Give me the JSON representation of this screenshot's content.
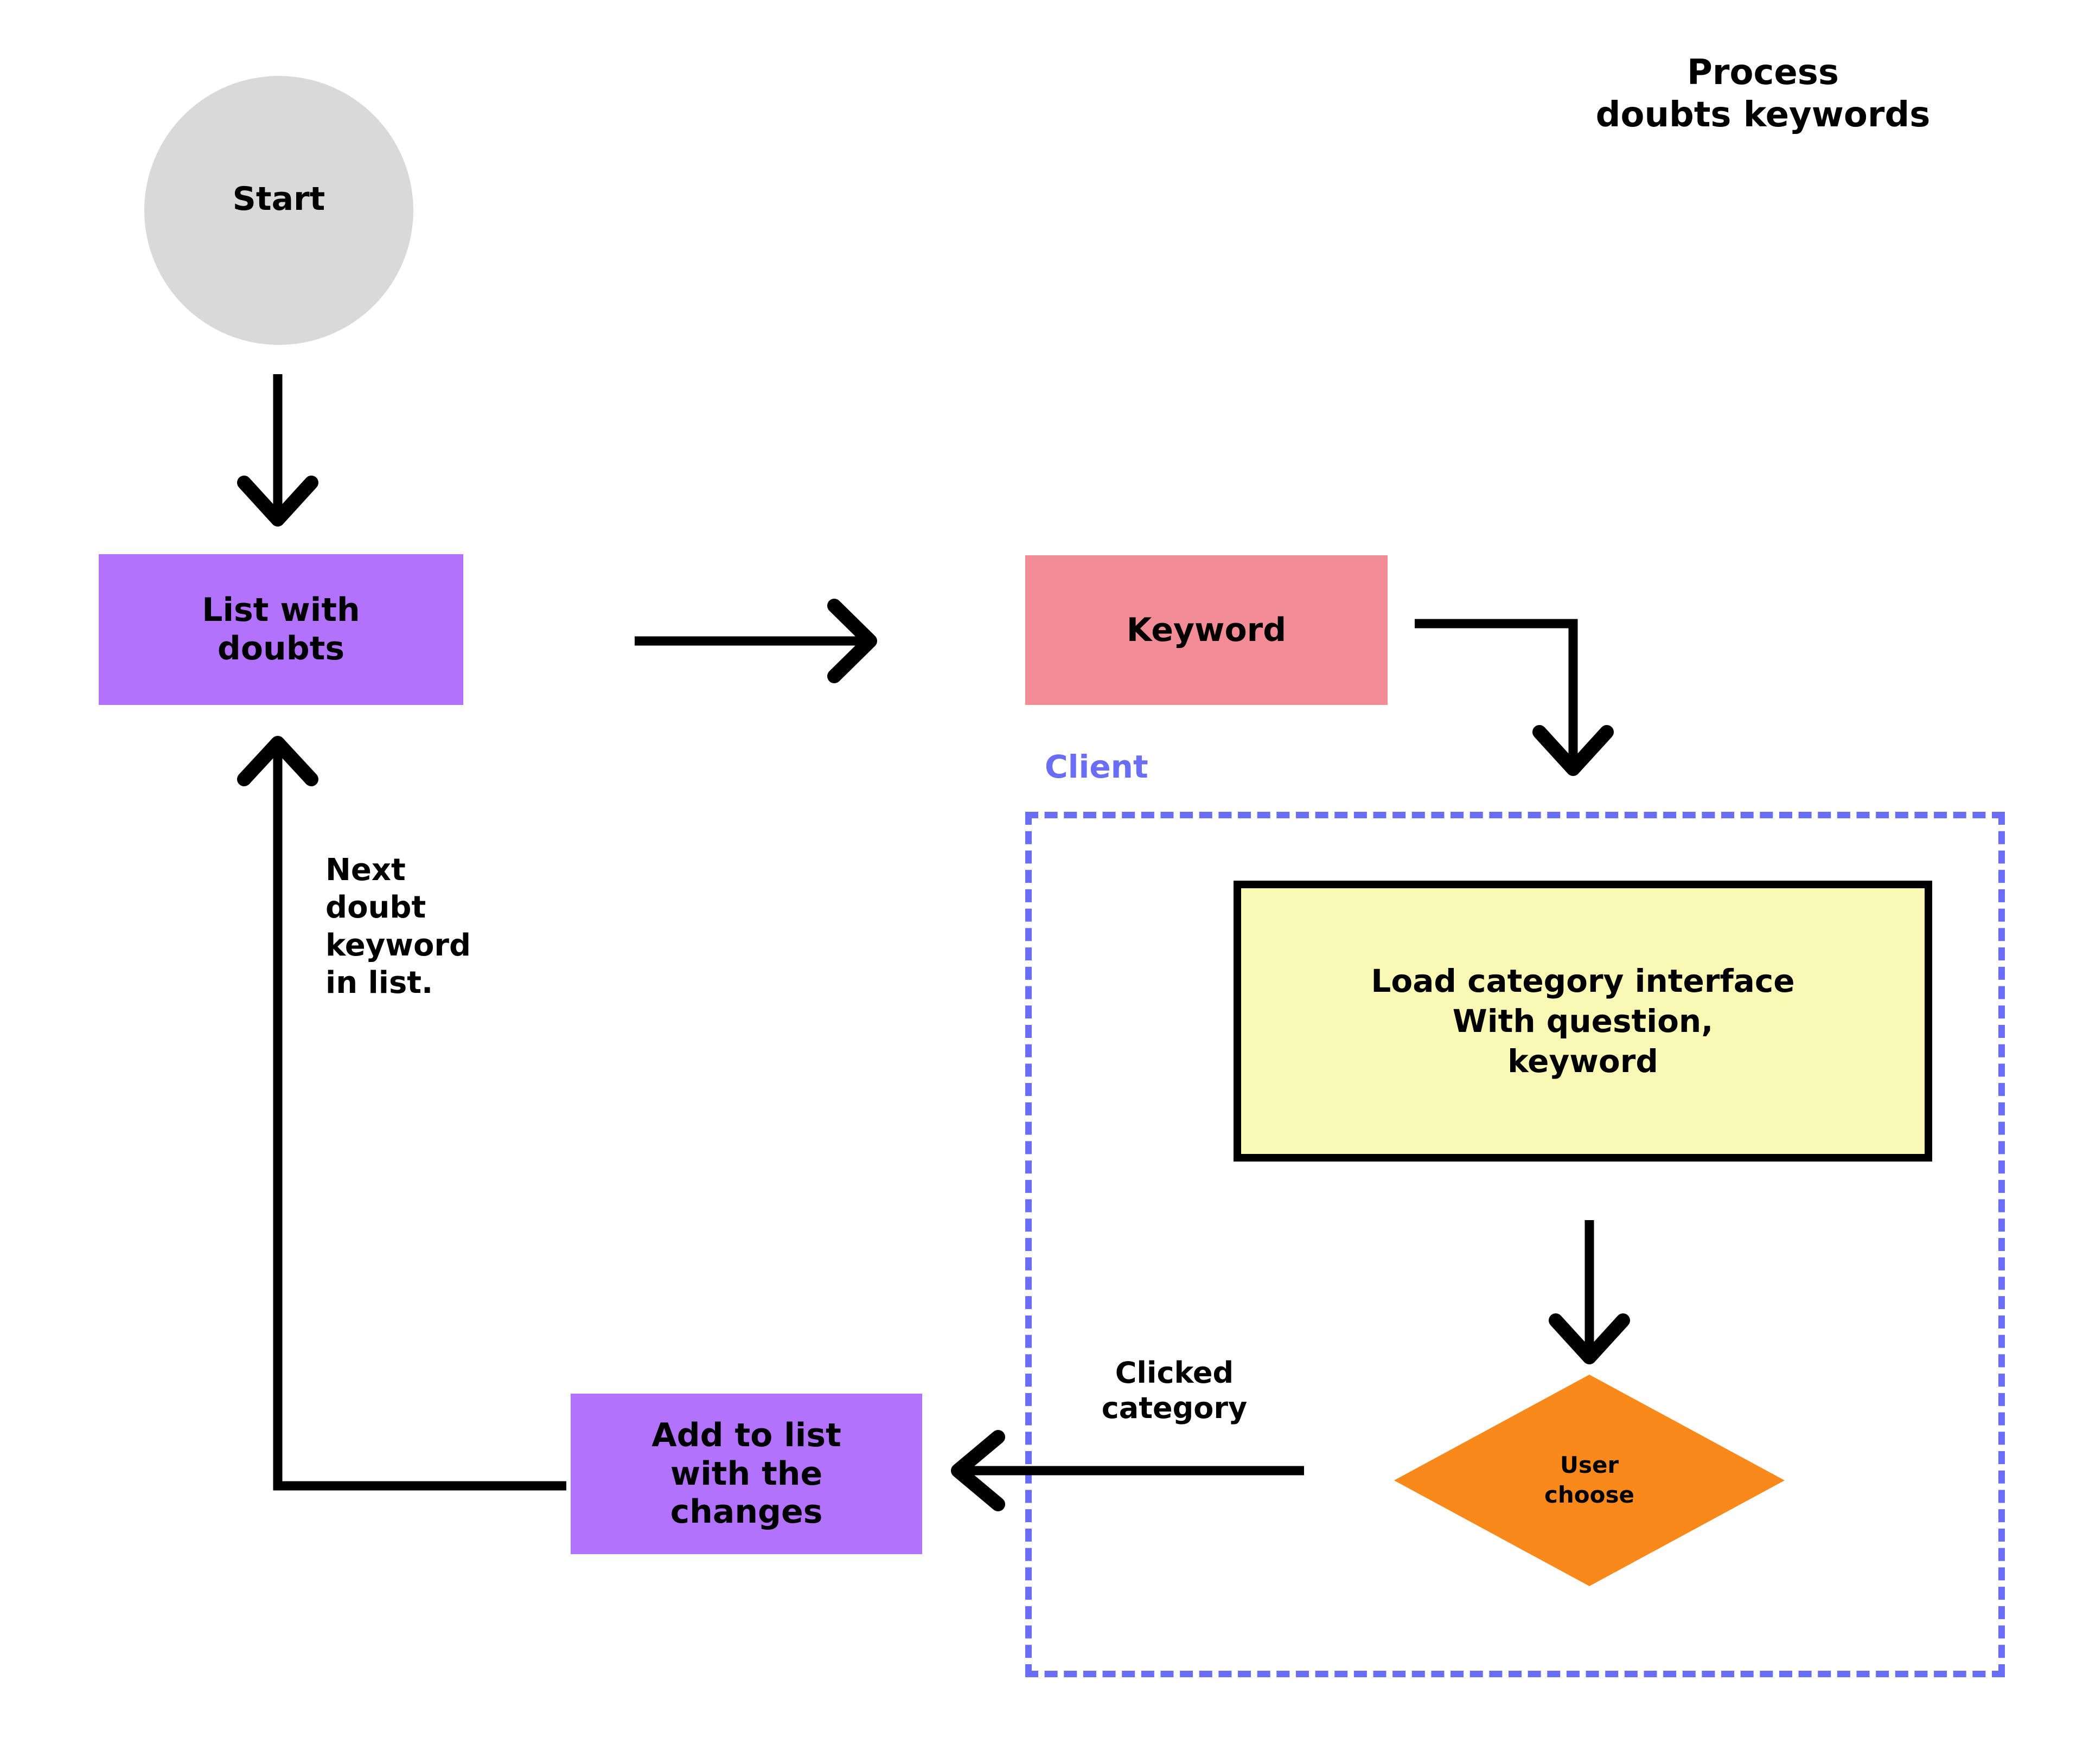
{
  "title": "Process\ndoubts keywords",
  "colors": {
    "start_fill": "#d9d9d9",
    "process_purple": "#b272fb",
    "keyword_pink": "#f28d96",
    "interface_yellow": "#f9f9b5",
    "decision_orange": "#f8891a",
    "client_blue": "#6a6df5",
    "edge_black": "#000000",
    "background": "#ffffff"
  },
  "nodes": {
    "start": {
      "label": "Start",
      "shape": "circle"
    },
    "list_with_doubts": {
      "label": "List with\ndoubts",
      "shape": "rectangle"
    },
    "keyword": {
      "label": "Keyword",
      "shape": "rectangle"
    },
    "load_interface": {
      "label": "Load category interface\nWith question,\nkeyword",
      "shape": "rectangle"
    },
    "user_choose": {
      "label": "User\nchoose",
      "shape": "diamond"
    },
    "add_to_list": {
      "label": "Add to list\nwith the\nchanges",
      "shape": "rectangle"
    }
  },
  "groups": {
    "client": {
      "label": "Client",
      "style": "dashed"
    }
  },
  "edge_labels": {
    "next_doubt": "Next\ndoubt\nkeyword\nin list.",
    "clicked_category": "Clicked\ncategory"
  },
  "chart_data": {
    "type": "diagram",
    "diagram_kind": "flowchart",
    "title": "Process doubts keywords",
    "nodes": [
      {
        "id": "start",
        "label": "Start",
        "shape": "circle",
        "fill": "#d9d9d9"
      },
      {
        "id": "list_with_doubts",
        "label": "List with doubts",
        "shape": "rectangle",
        "fill": "#b272fb"
      },
      {
        "id": "keyword",
        "label": "Keyword",
        "shape": "rectangle",
        "fill": "#f28d96"
      },
      {
        "id": "load_interface",
        "label": "Load category interface With question, keyword",
        "shape": "rectangle",
        "fill": "#f9f9b5",
        "group": "client"
      },
      {
        "id": "user_choose",
        "label": "User choose",
        "shape": "diamond",
        "fill": "#f8891a",
        "group": "client"
      },
      {
        "id": "add_to_list",
        "label": "Add to list with the changes",
        "shape": "rectangle",
        "fill": "#b272fb"
      }
    ],
    "edges": [
      {
        "from": "start",
        "to": "list_with_doubts",
        "label": ""
      },
      {
        "from": "list_with_doubts",
        "to": "keyword",
        "label": ""
      },
      {
        "from": "keyword",
        "to": "load_interface",
        "label": ""
      },
      {
        "from": "load_interface",
        "to": "user_choose",
        "label": ""
      },
      {
        "from": "user_choose",
        "to": "add_to_list",
        "label": "Clicked category"
      },
      {
        "from": "add_to_list",
        "to": "list_with_doubts",
        "label": "Next doubt keyword in list."
      }
    ],
    "groups": [
      {
        "id": "client",
        "label": "Client",
        "members": [
          "load_interface",
          "user_choose"
        ],
        "border": "dashed",
        "color": "#6a6df5"
      }
    ]
  }
}
